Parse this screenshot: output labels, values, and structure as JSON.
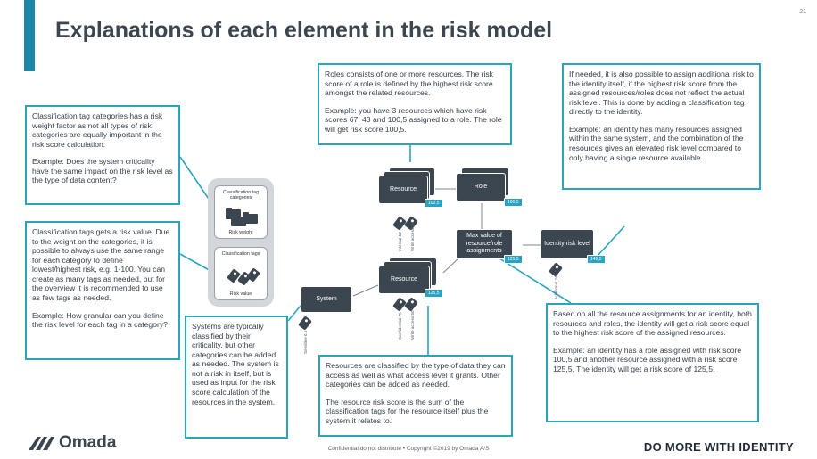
{
  "page": {
    "title": "Explanations of each element in the risk model",
    "page_number": "21"
  },
  "callouts": {
    "category_weights": [
      "Classification tag categories has a risk weight factor as not all types of risk categories are equally important in the risk score calculation.",
      "Example: Does the system criticality have the same impact on the risk level as the type of data content?"
    ],
    "tag_values": [
      "Classification tags gets a risk value. Due to the weight on the categories, it is possible to always use the same range for each category to define lowest/highest risk, e.g. 1-100. You can create as many tags as needed, but for the overview it is recommended to use as few tags as needed.",
      "Example: How granular can you define the risk level for each tag in a category?"
    ],
    "roles": [
      "Roles consists of one or more resources. The risk score of a role is defined by the highest risk score amongst the related resources.",
      "Example: you have 3 resources which have risk scores 67, 43 and 100,5 assigned to a role. The role will get risk score 100,5."
    ],
    "identity": [
      "If needed, it is also possible to assign additional risk to the identity itself, if the highest risk score from the assigned resources/roles does not reflect the actual risk level. This is done by adding a classification tag directly to the identity.",
      "Example: an identity has many resources assigned within the same system, and the combination of the resources gives an elevated risk level compared to only having a single resource available."
    ],
    "systems": [
      "Systems are typically classified by their criticality, but other categories can be added as needed. The system is not a risk in itself, but is used as input for the risk score calculation of the resources in the system."
    ],
    "resources": [
      "Resources are classified by the type of data they can access as well as what access level it grants. Other categories can be added as needed.",
      "The resource risk score is the sum of the classification tags for the resource itself plus the system it relates to."
    ],
    "assignments": [
      "Based on all the resource assignments for an identity, both resources and roles, the identity will get a risk score equal to the highest risk score of the assigned resources.",
      "Example: an identity has a role assigned with risk score 100,5 and another resource assigned with a risk score 125,5. The identity will get a risk score of 125,5."
    ]
  },
  "tag_panel": {
    "categories_title": "Classification tag categories",
    "categories_label": "Risk weight",
    "tags_title": "Classification tags",
    "tags_label": "Risk value"
  },
  "diagram": {
    "resource_top": {
      "label": "Resource",
      "badge": "100,5"
    },
    "role": {
      "label": "Role",
      "badge": "100,5"
    },
    "max_value": {
      "label": "Max value of resource/role assignments",
      "badge": "125,5"
    },
    "identity_risk": {
      "label": "Identity risk level",
      "badge": "149,5"
    },
    "resource_bottom": {
      "label": "Resource",
      "badge": "125,5"
    },
    "system": {
      "label": "System"
    },
    "small_labels": {
      "top_a": "Internal 50",
      "top_b": "Write access 50",
      "bottom_a": "Confidential 75",
      "bottom_b": "Write access 50",
      "system": "Sensitive 0.5",
      "identity": "Additional 24"
    }
  },
  "footer": {
    "logo": "Omada",
    "note": "Confidential do not distribute • Copyright ©2019 by Omada A/S",
    "tagline": "DO MORE WITH IDENTITY"
  },
  "colors": {
    "accent": "#1a87a8",
    "callout_border": "#2aa5bd",
    "node_fill": "#3c4650",
    "badge": "#28a3c3"
  }
}
